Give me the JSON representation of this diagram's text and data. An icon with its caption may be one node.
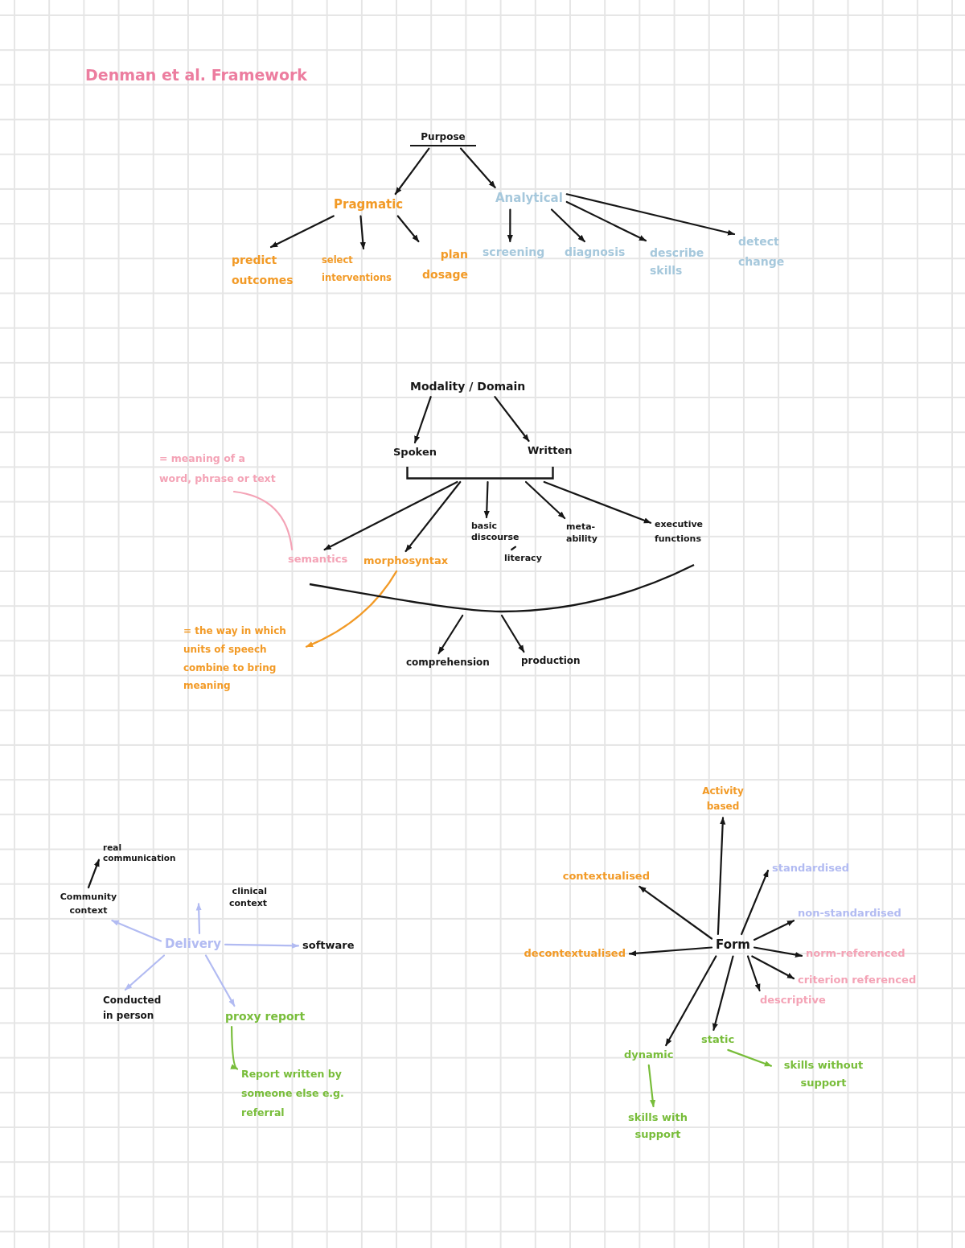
{
  "diagram": {
    "title": "Denman et al. Framework",
    "nodes": [
      {
        "text": [
          "Purpose"
        ]
      },
      {
        "text": [
          "Pragmatic"
        ]
      },
      {
        "text": [
          "Analytical"
        ]
      },
      {
        "text": [
          "predict outcomes"
        ]
      },
      {
        "text": [
          "select interventions"
        ]
      },
      {
        "text": [
          "plan dosage"
        ]
      },
      {
        "text": [
          "screening"
        ]
      },
      {
        "text": [
          "diagnosis"
        ]
      },
      {
        "text": [
          "describe skills"
        ]
      },
      {
        "text": [
          "detect change"
        ]
      },
      {
        "text": [
          "Modality / Domain"
        ]
      },
      {
        "text": [
          "Spoken"
        ]
      },
      {
        "text": [
          "Written"
        ]
      },
      {
        "text": [],
        "shape": "bracket"
      },
      {
        "text": [
          "= meaning of a word, phrase or text"
        ]
      },
      {
        "text": [
          "semantics"
        ]
      },
      {
        "text": [
          "morphosyntax"
        ]
      },
      {
        "text": [
          "basic discourse"
        ]
      },
      {
        "text": [
          "literacy"
        ]
      },
      {
        "text": [
          "meta-ability"
        ]
      },
      {
        "text": [
          "executive functions"
        ]
      },
      {
        "text": [],
        "shape": "arc"
      },
      {
        "text": [
          "= the way in which units of speech combine to bring meaning"
        ]
      },
      {
        "text": [
          "comprehension"
        ]
      },
      {
        "text": [
          "production"
        ]
      },
      {
        "text": [
          "real communication"
        ]
      },
      {
        "text": [
          "Community context"
        ]
      },
      {
        "text": [
          "clinical context"
        ]
      },
      {
        "text": [
          "Delivery"
        ]
      },
      {
        "text": [
          "software"
        ]
      },
      {
        "text": [
          "Conducted in person"
        ]
      },
      {
        "text": [
          "proxy report"
        ]
      },
      {
        "text": [
          "Report written by someone else e.g. referral"
        ]
      },
      {
        "text": [
          "Activity based"
        ]
      },
      {
        "text": [
          "contextualised"
        ]
      },
      {
        "text": [
          "standardised"
        ]
      },
      {
        "text": [
          "non-standardised"
        ]
      },
      {
        "text": [
          "decontextualised"
        ]
      },
      {
        "text": [
          "Form"
        ]
      },
      {
        "text": [
          "norm-referenced"
        ]
      },
      {
        "text": [
          "criterion referenced"
        ]
      },
      {
        "text": [
          "descriptive"
        ]
      },
      {
        "text": [
          "static"
        ]
      },
      {
        "text": [
          "dynamic"
        ]
      },
      {
        "text": [
          "skills without support"
        ]
      },
      {
        "text": [
          "skills with support"
        ]
      }
    ],
    "edges": [
      {
        "from": 0,
        "to": 1,
        "arrow": "to"
      },
      {
        "from": 0,
        "to": 2,
        "arrow": "to"
      },
      {
        "from": 1,
        "to": 3,
        "arrow": "to"
      },
      {
        "from": 1,
        "to": 4,
        "arrow": "to"
      },
      {
        "from": 1,
        "to": 5,
        "arrow": "to"
      },
      {
        "from": 2,
        "to": 6,
        "arrow": "to"
      },
      {
        "from": 2,
        "to": 7,
        "arrow": "to"
      },
      {
        "from": 2,
        "to": 8,
        "arrow": "to"
      },
      {
        "from": 2,
        "to": 9,
        "arrow": "to"
      },
      {
        "from": 10,
        "to": 11,
        "arrow": "to"
      },
      {
        "from": 10,
        "to": 12,
        "arrow": "to"
      },
      {
        "from": 13,
        "to": 15,
        "arrow": "to"
      },
      {
        "from": 13,
        "to": 16,
        "arrow": "to"
      },
      {
        "from": 13,
        "to": 17,
        "arrow": "to"
      },
      {
        "from": 13,
        "to": 19,
        "arrow": "to"
      },
      {
        "from": 13,
        "to": 20,
        "arrow": "to"
      },
      {
        "from": 17,
        "to": 18,
        "arrow": "none"
      },
      {
        "from": 14,
        "to": 15,
        "arrow": "none",
        "color": "#f4a3b6"
      },
      {
        "from": 16,
        "to": 22,
        "arrow": "to",
        "color": "#f29a26"
      },
      {
        "from": 21,
        "to": 23,
        "arrow": "to"
      },
      {
        "from": 21,
        "to": 24,
        "arrow": "to"
      },
      {
        "from": 28,
        "to": 26,
        "arrow": "to",
        "color": "#b2bbf2"
      },
      {
        "from": 28,
        "to": 27,
        "arrow": "to",
        "color": "#b2bbf2"
      },
      {
        "from": 28,
        "to": 29,
        "arrow": "to",
        "color": "#b2bbf2"
      },
      {
        "from": 28,
        "to": 30,
        "arrow": "to",
        "color": "#b2bbf2"
      },
      {
        "from": 28,
        "to": 31,
        "arrow": "to",
        "color": "#b2bbf2"
      },
      {
        "from": 26,
        "to": 25,
        "arrow": "to"
      },
      {
        "from": 31,
        "to": 32,
        "arrow": "to",
        "color": "#78bd3a"
      },
      {
        "from": 38,
        "to": 33,
        "arrow": "to"
      },
      {
        "from": 38,
        "to": 34,
        "arrow": "to"
      },
      {
        "from": 38,
        "to": 35,
        "arrow": "to"
      },
      {
        "from": 38,
        "to": 36,
        "arrow": "to"
      },
      {
        "from": 38,
        "to": 37,
        "arrow": "to"
      },
      {
        "from": 38,
        "to": 39,
        "arrow": "to"
      },
      {
        "from": 38,
        "to": 40,
        "arrow": "to"
      },
      {
        "from": 38,
        "to": 41,
        "arrow": "to"
      },
      {
        "from": 38,
        "to": 42,
        "arrow": "to"
      },
      {
        "from": 38,
        "to": 43,
        "arrow": "to"
      },
      {
        "from": 42,
        "to": 44,
        "arrow": "to",
        "color": "#78bd3a"
      },
      {
        "from": 43,
        "to": 45,
        "arrow": "to",
        "color": "#78bd3a"
      }
    ]
  }
}
